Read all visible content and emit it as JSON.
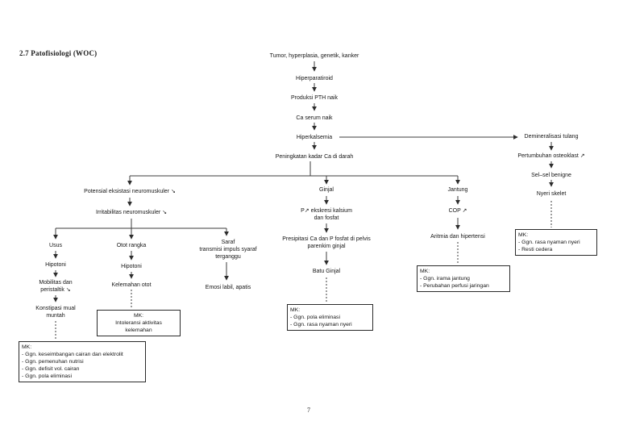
{
  "page": {
    "title": "2.7 Patofisiologi (WOC)",
    "page_number": "7"
  },
  "nodes": {
    "tumor": "Tumor, hyperplasia, genetik, kanker",
    "hiperparatiroid": "Hiperparatiroid",
    "produksi_pth": "Produksi PTH naik",
    "ca_serum": "Ca serum naik",
    "hiperkalsemia": "Hiperkalsemia",
    "peningkatan_ca": "Peningkatan kadar Ca di darah",
    "potensial": "Potensial eksistasi neuromuskuler ↘",
    "irritabilitas": "Irritabilitas neuromuskuler ↘",
    "usus": "Usus",
    "hipotoni_usus": "Hipotoni",
    "mobilitas": [
      "Mobilitas dan",
      "peristaltik ↘"
    ],
    "konstipasi": [
      "Konstipasi mual",
      "muntah"
    ],
    "otot_rangka": "Otot rangka",
    "hipotoni_otot": "Hipotoni",
    "kelemahan_otot": "Kelemahan otot",
    "saraf": [
      "Saraf",
      "transmisi impuls syaraf",
      "terganggu"
    ],
    "emosi": "Emosi labil, apatis",
    "ginjal": "Ginjal",
    "ekskresi": [
      "P↗ ekskresi kalsium",
      "dan fosfat"
    ],
    "presipitasi": [
      "Presipitasi Ca dan P fosfat di pelvis",
      "parenkim ginjal"
    ],
    "batu_ginjal": "Batu Ginjal",
    "jantung": "Jantung",
    "cop": "COP ↗",
    "aritmia": "Aritmia dan hipertensi",
    "demineralisasi": "Demineralisasi tulang",
    "osteoklast": "Pertumbuhan osteoklast ↗",
    "sel_benigne": "Sel–sel benigne",
    "nyeri_skelet": "Nyeri skelet"
  },
  "mk_boxes": {
    "usus": {
      "title": "MK:",
      "items": [
        "- Ggn. keseimbangan cairan dan elektrolit",
        "- Ggn. pemenuhan nutrisi",
        "- Ggn. defisit vol. cairan",
        "- Ggn. pola eliminasi"
      ]
    },
    "otot": {
      "title": "MK:",
      "items": [
        "Intoleransi aktivitas",
        "kelemahan"
      ]
    },
    "ginjal": {
      "title": "MK:",
      "items": [
        "- Ggn. pola eliminasi",
        "- Ggn. rasa nyaman nyeri"
      ]
    },
    "jantung": {
      "title": "MK:",
      "items": [
        "- Ggn. irama jantung",
        "- Perubahan perfusi jaringan"
      ]
    },
    "skelet": {
      "title": "MK:",
      "items": [
        "- Ggn. rasa nyaman nyeri",
        "- Resti cedera"
      ]
    }
  }
}
